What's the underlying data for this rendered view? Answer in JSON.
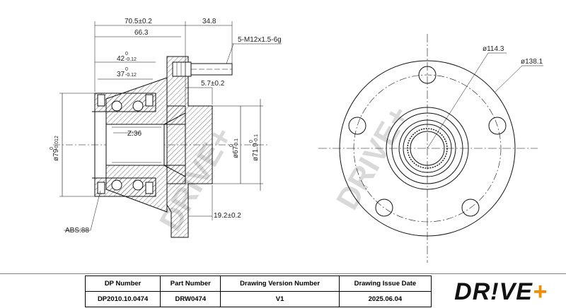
{
  "dimensions": {
    "overall_depth": "70.5±0.2",
    "stud_length": "34.8",
    "thread": "5-M12x1.5-6g",
    "hub_depth": "66.3",
    "bearing_width_outer": "42",
    "bearing_width_outer_tol_upper": "0",
    "bearing_width_outer_tol_lower": "-0.12",
    "bearing_width_inner": "37",
    "bearing_width_inner_tol_upper": "0",
    "bearing_width_inner_tol_lower": "-0.12",
    "flange_offset": "5.7±0.2",
    "spline_teeth": "Z:36",
    "outer_diameter": "ø79",
    "outer_diameter_tol_upper": "0",
    "outer_diameter_tol_lower": "-0.012",
    "pilot_diameter": "ø67",
    "pilot_diameter_tol_upper": "0",
    "pilot_diameter_tol_lower": "-0.1",
    "pilot_diameter_2": "ø71.9",
    "pilot_diameter_2_tol_upper": "0",
    "pilot_diameter_2_tol_lower": "-0.1",
    "flange_thickness": "19.2±0.2",
    "abs_ring": "ABS:88",
    "pcd": "ø114.3",
    "flange_diameter": "ø138.1"
  },
  "watermark": "DRIVE+",
  "title_block": {
    "headers": [
      "DP Number",
      "Part Number",
      "Drawing Version Number",
      "Drawing Issue Date"
    ],
    "values": [
      "DP2010.10.0474",
      "DRW0474",
      "V1",
      "2025.06.04"
    ]
  },
  "logo": {
    "text": "DR!VE",
    "plus": "+",
    "accent_color": "#f28c00"
  }
}
